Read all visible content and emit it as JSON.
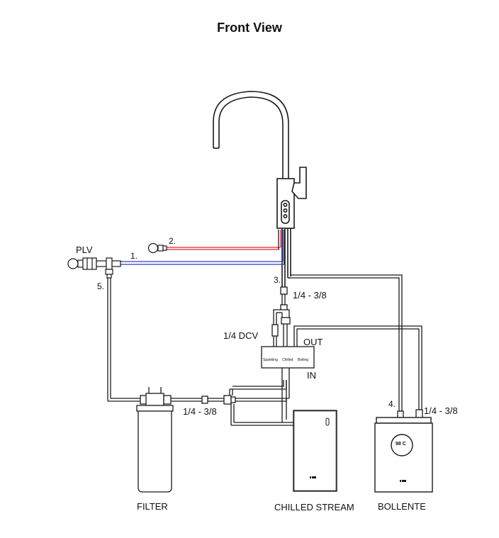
{
  "title": "Front View",
  "labels": {
    "plv": "PLV",
    "n1": "1.",
    "n2": "2.",
    "n3": "3.",
    "n4": "4.",
    "n5": "5.",
    "fit_top": "1/4 - 3/8",
    "fit_filter": "1/4 - 3/8",
    "fit_bollente": "1/4 - 3/8",
    "dcv": "1/4 DCV",
    "out": "OUT",
    "in": "IN",
    "filter": "FILTER",
    "chilled_stream": "CHILLED STREAM",
    "bollente": "BOLLENTE"
  },
  "switch_labels": [
    "Sparkling",
    "Chilled",
    "Boiling"
  ],
  "bollente_display": "98 C",
  "brand_mark": "Quooker-style logo",
  "colors": {
    "hot_line": "#e0262e",
    "cold_line": "#2e3fb5",
    "outline": "#1a1a1a",
    "tap_body": "#9a9a9a"
  }
}
